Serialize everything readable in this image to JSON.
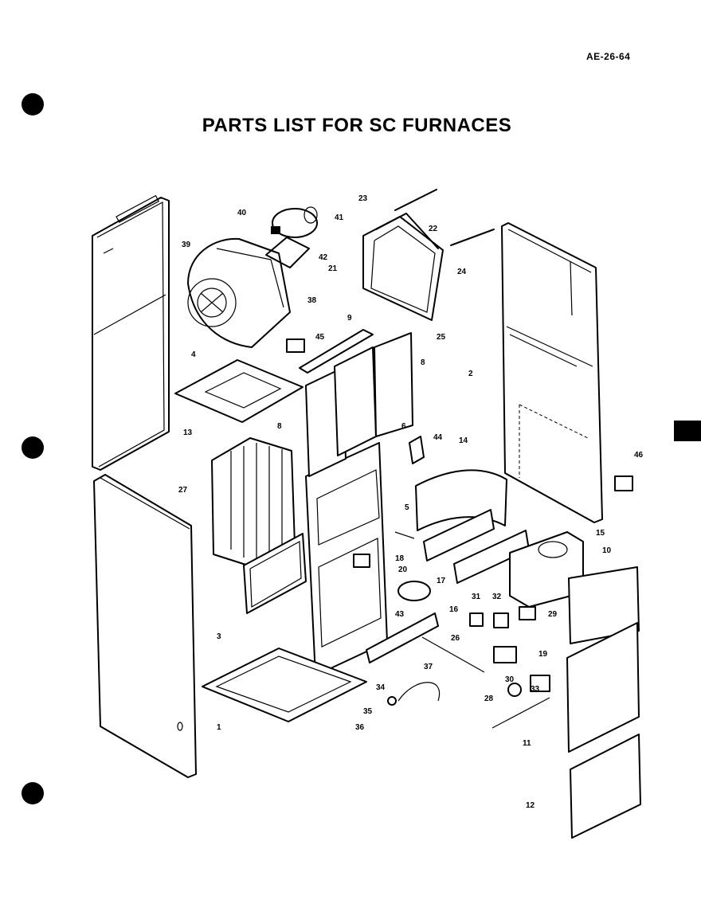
{
  "document": {
    "code": "AE-26-64",
    "title": "PARTS LIST FOR SC FURNACES"
  },
  "callouts": [
    "1",
    "2",
    "3",
    "4",
    "5",
    "6",
    "8",
    "8",
    "9",
    "10",
    "11",
    "12",
    "13",
    "14",
    "15",
    "16",
    "17",
    "18",
    "19",
    "20",
    "21",
    "22",
    "23",
    "24",
    "25",
    "26",
    "27",
    "28",
    "29",
    "30",
    "31",
    "32",
    "33",
    "34",
    "35",
    "36",
    "37",
    "38",
    "39",
    "40",
    "41",
    "42",
    "43",
    "44",
    "45",
    "46"
  ]
}
